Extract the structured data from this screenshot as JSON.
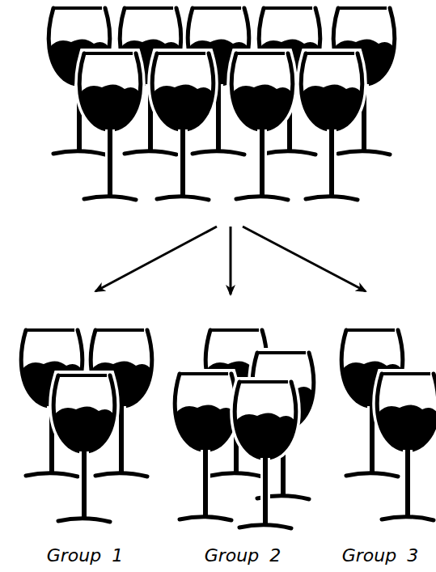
{
  "diagram": {
    "labels": [
      "Group 1",
      "Group 2",
      "Group 3"
    ]
  }
}
